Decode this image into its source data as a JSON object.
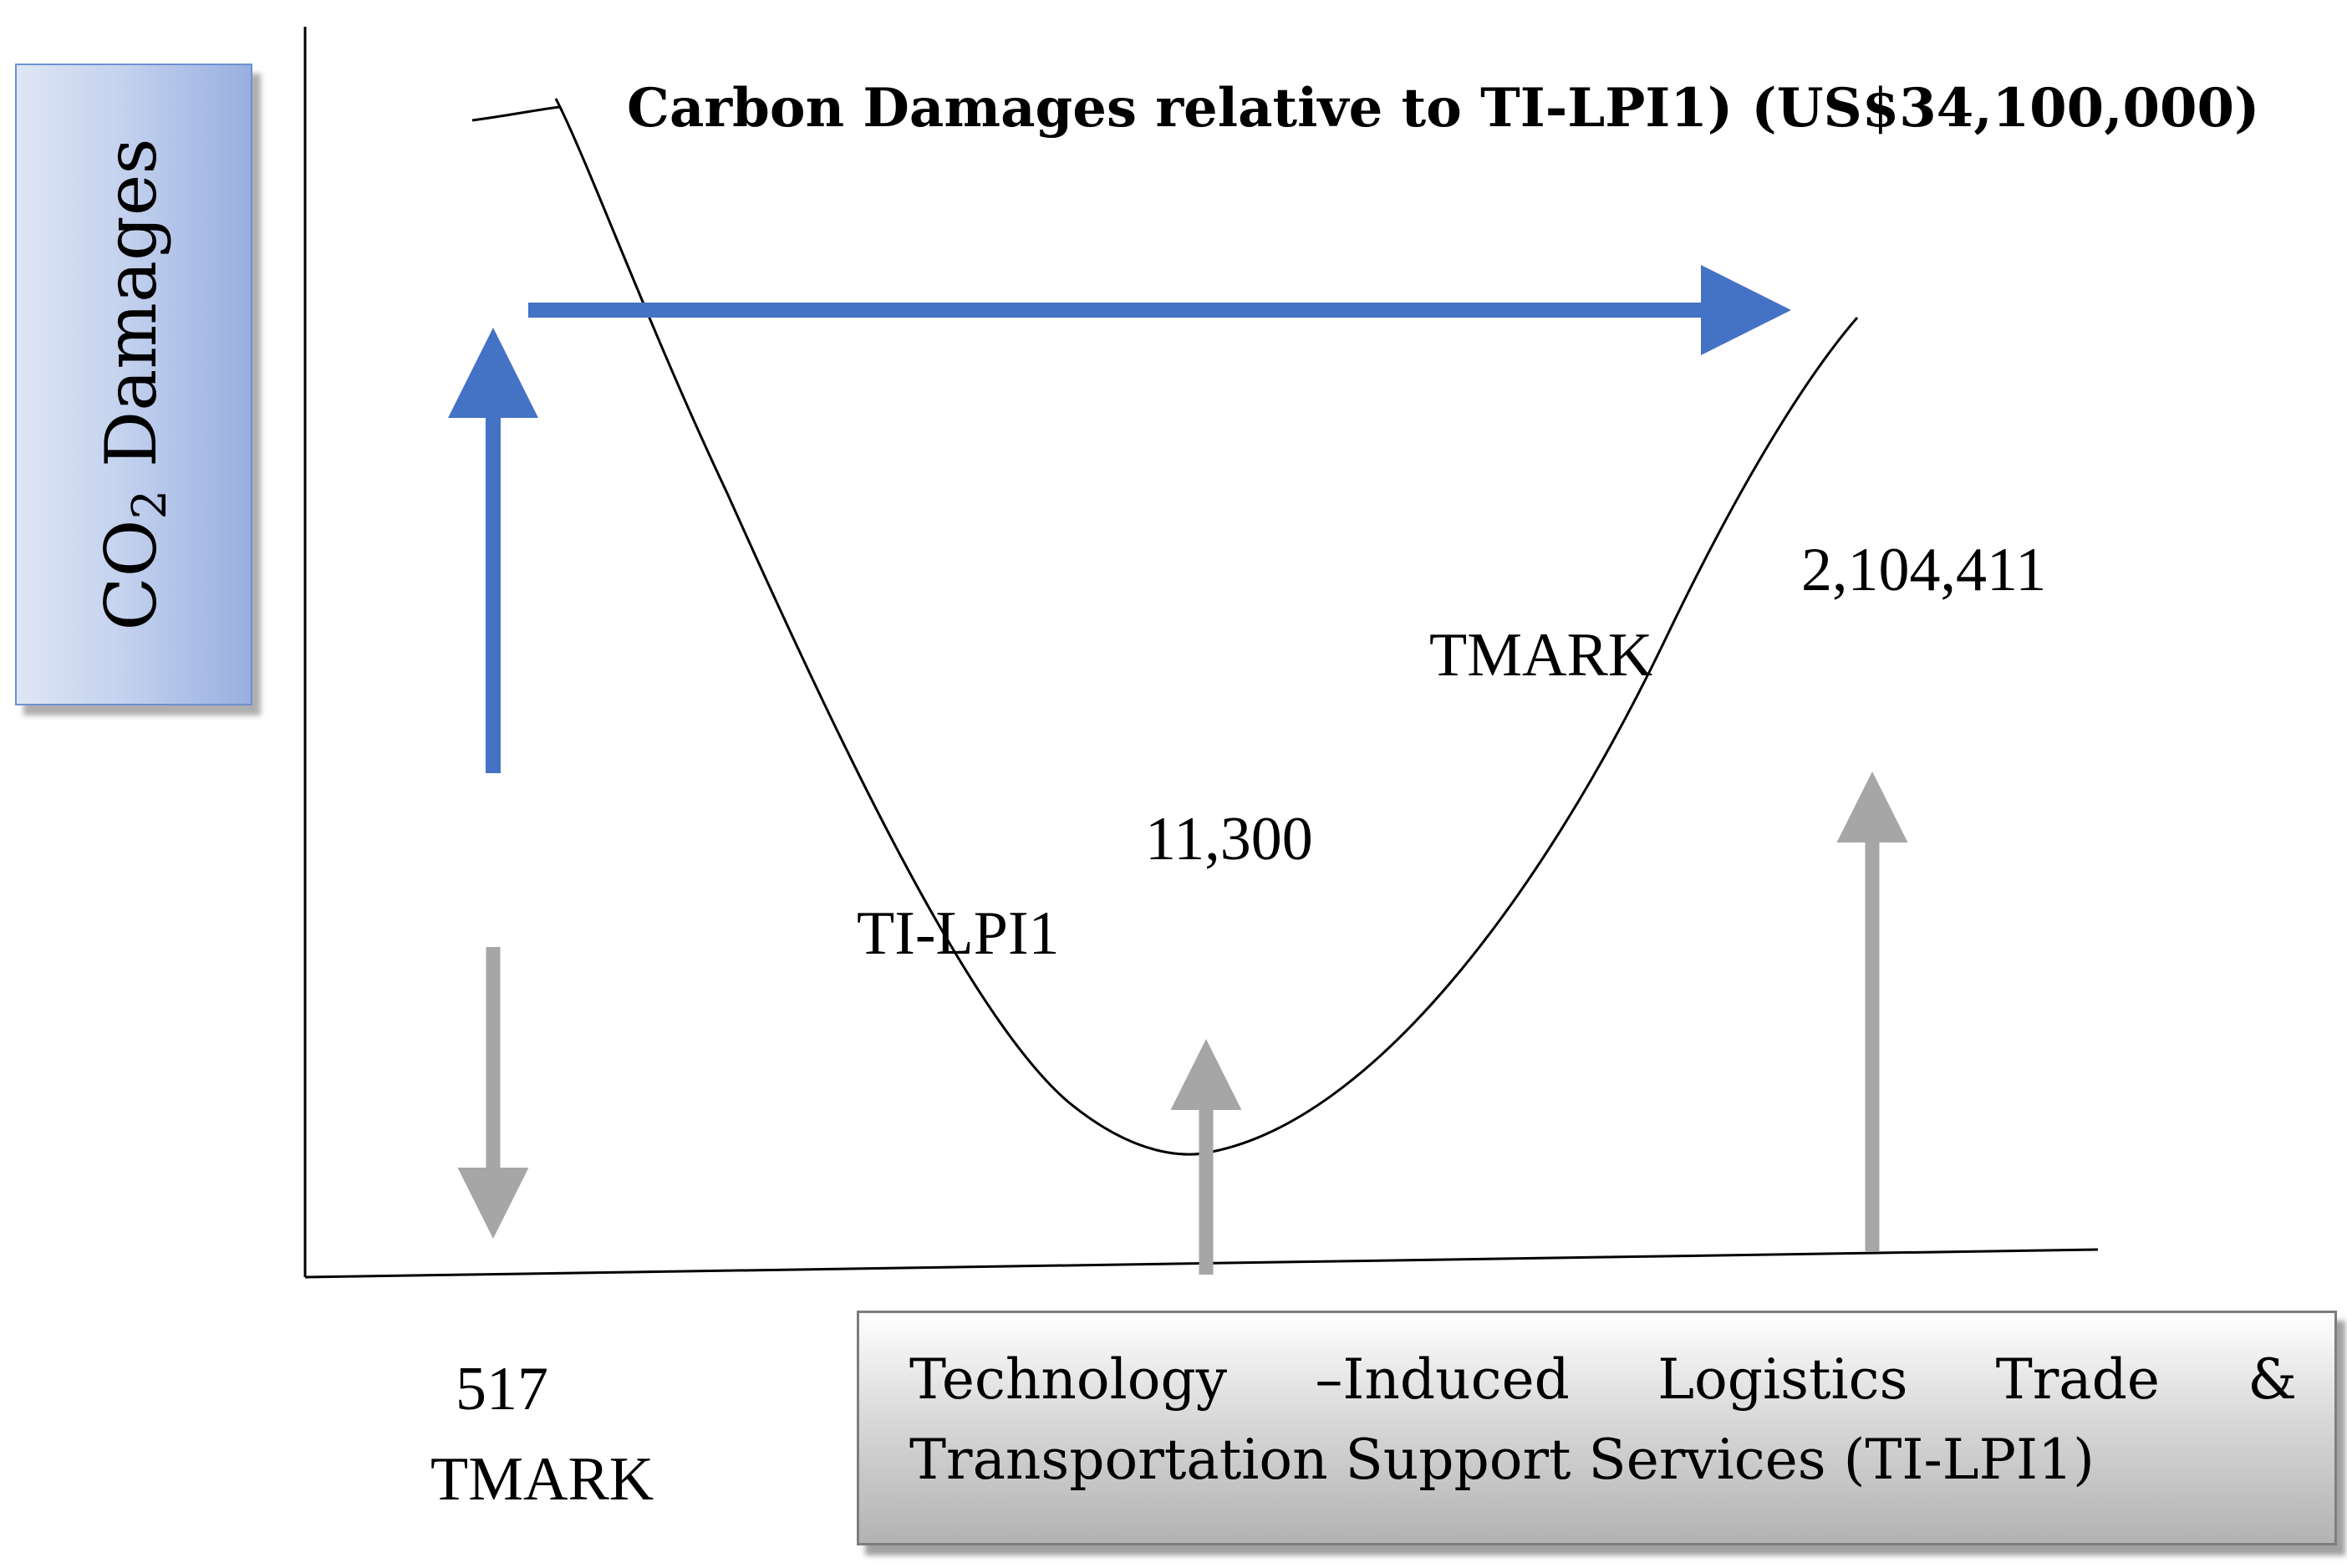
{
  "title": "Carbon Damages relative to TI-LPI1) (US$34,100,000)",
  "y_axis": {
    "label_main": "CO",
    "label_sub": "2",
    "label_rest": " Damages"
  },
  "x_axis": {
    "label": "Technology –Induced Logistics Trade & Transportation Support Services (TI-LPI1)"
  },
  "labels": {
    "left_value": "517",
    "left_name": "TMARK",
    "curve_left": "TI-LPI1",
    "mid_value": "11,300",
    "curve_right": "TMARK",
    "right_value": "2,104,411"
  },
  "colors": {
    "blue_arrow": "#4472c4",
    "gray_arrow": "#a6a6a6",
    "curve": "#000000"
  }
}
